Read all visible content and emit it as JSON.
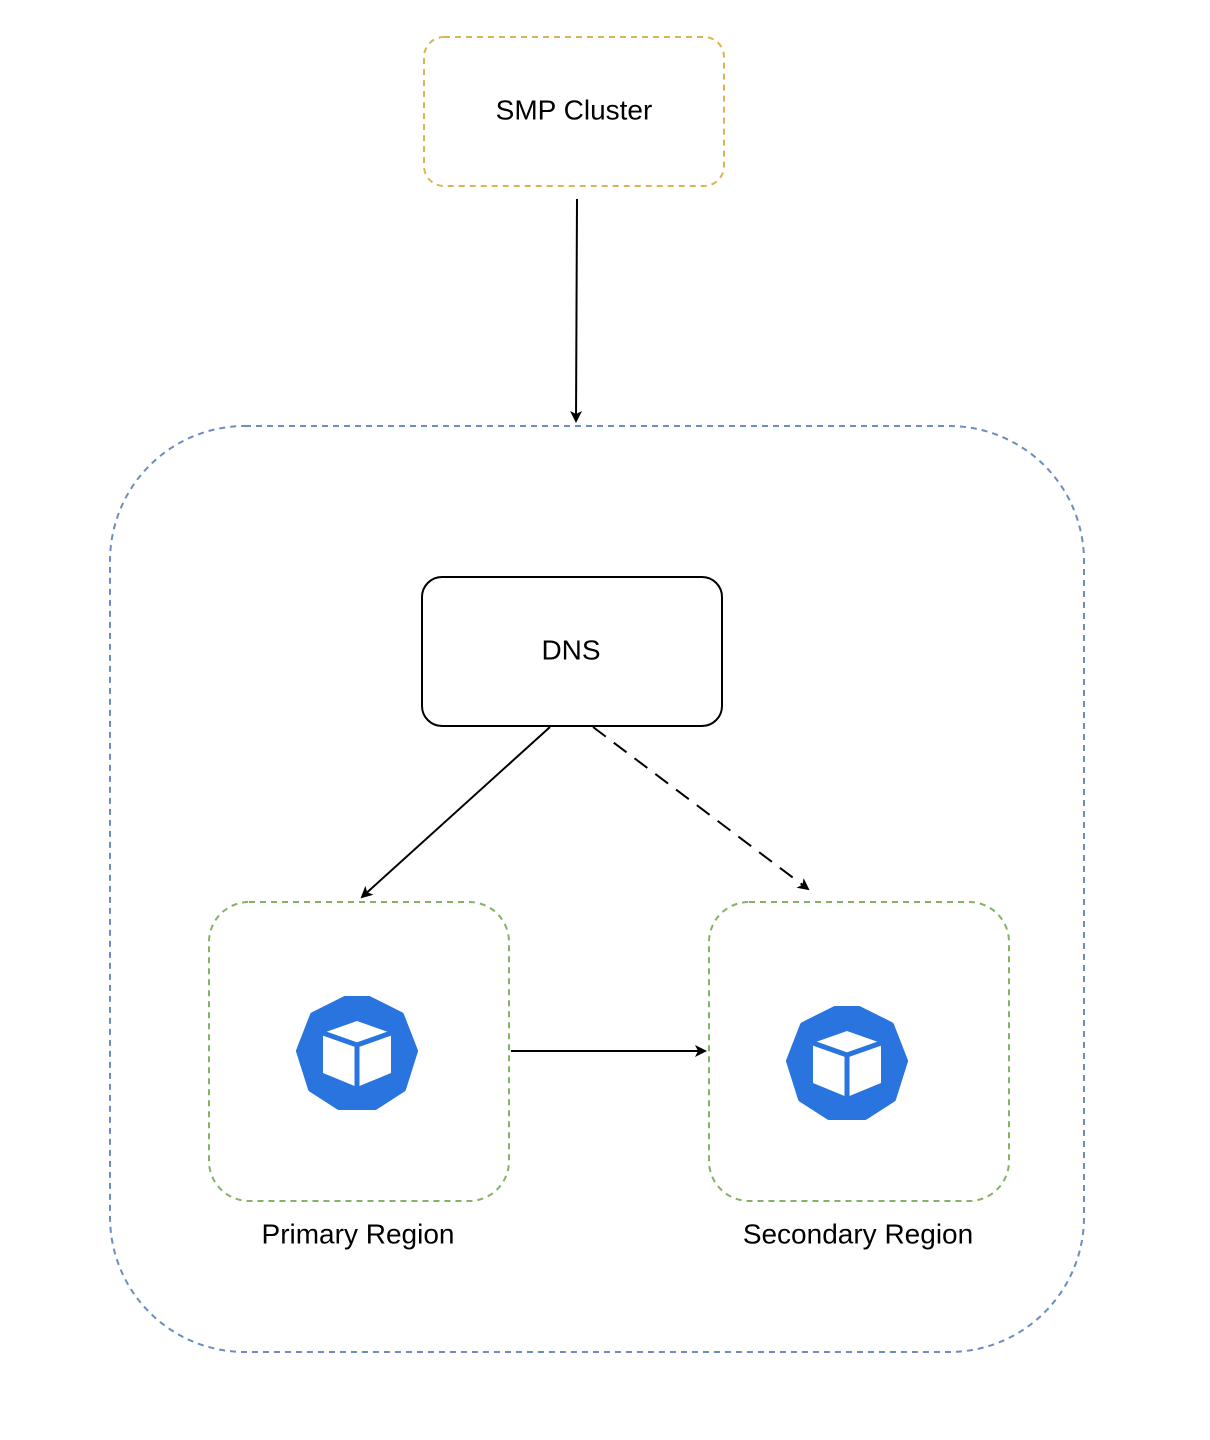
{
  "nodes": {
    "smp_cluster": {
      "label": "SMP Cluster"
    },
    "dns": {
      "label": "DNS"
    },
    "primary_region": {
      "label": "Primary Region",
      "icon": "kubernetes-cube-icon"
    },
    "secondary_region": {
      "label": "Secondary Region",
      "icon": "kubernetes-cube-icon"
    }
  },
  "colors": {
    "smp_border": "#d6b656",
    "outer_border": "#6c8ebf",
    "region_border": "#82b366",
    "icon_fill": "#2a74e0",
    "icon_inner": "#ffffff",
    "stroke": "#000000"
  },
  "edges": [
    {
      "from": "smp_cluster",
      "to": "outer_group",
      "style": "solid"
    },
    {
      "from": "dns",
      "to": "primary_region",
      "style": "solid"
    },
    {
      "from": "dns",
      "to": "secondary_region",
      "style": "dashed"
    },
    {
      "from": "primary_region",
      "to": "secondary_region",
      "style": "solid"
    }
  ]
}
